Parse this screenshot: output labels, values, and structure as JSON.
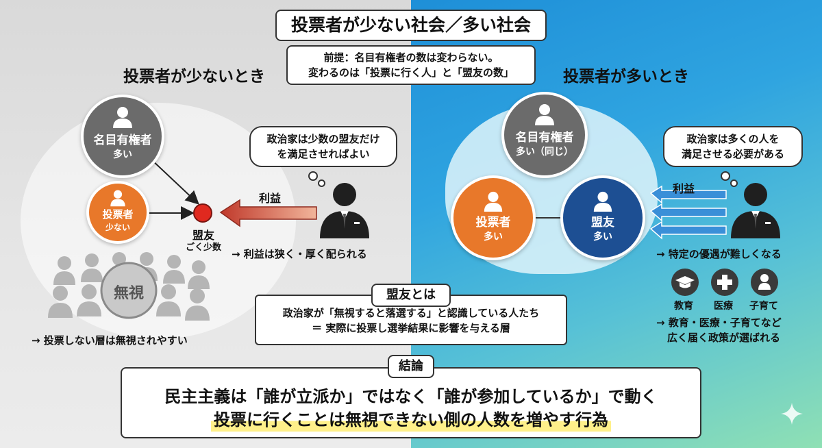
{
  "title": "投票者が少ない社会／多い社会",
  "premise": {
    "line1": "前提：名目有権者の数は変わらない。",
    "line2": "変わるのは「投票に行く人」と「盟友の数」"
  },
  "left": {
    "heading": "投票者が少ないとき",
    "nominal": {
      "label": "名目有権者",
      "sub": "多い"
    },
    "voters": {
      "label": "投票者",
      "sub": "少ない"
    },
    "ally": {
      "label": "盟友",
      "sub": "ごく少数"
    },
    "bubble": {
      "line1": "政治家は少数の盟友だけ",
      "line2": "を満足させればよい"
    },
    "benefit_label": "利益",
    "benefit_note": "→ 利益は狭く・厚く配られる",
    "ignored_label": "無視",
    "ignored_note": "→ 投票しない層は無視されやすい"
  },
  "right": {
    "heading": "投票者が多いとき",
    "nominal": {
      "label": "名目有権者",
      "sub": "多い（同じ）"
    },
    "voters": {
      "label": "投票者",
      "sub": "多い"
    },
    "ally": {
      "label": "盟友",
      "sub": "多い"
    },
    "bubble": {
      "line1": "政治家は多くの人を",
      "line2": "満足させる必要がある"
    },
    "benefit_label": "利益",
    "note1": "→ 特定の優遇が難しくなる",
    "icons": [
      {
        "label": "教育",
        "icon": "graduation-cap-icon"
      },
      {
        "label": "医療",
        "icon": "medical-cross-icon"
      },
      {
        "label": "子育て",
        "icon": "baby-icon"
      }
    ],
    "note2_line1": "→ 教育・医療・子育てなど",
    "note2_line2": "広く届く政策が選ばれる"
  },
  "definition": {
    "tab": "盟友とは",
    "line1": "政治家が「無視すると落選する」と認識している人たち",
    "line2": "＝ 実際に投票し選挙結果に影響を与える層"
  },
  "conclusion": {
    "tab": "結論",
    "line1": "民主主義は「誰が立派か」ではなく「誰が参加しているか」で動く",
    "line2": "投票に行くことは無視できない側の人数を増やす行為"
  },
  "colors": {
    "gray_node": "#6b6b6b",
    "orange_node": "#e8782a",
    "navy_node": "#1d4f93",
    "red_ally": "#e0291f",
    "arrow_red": "#c0392b"
  }
}
